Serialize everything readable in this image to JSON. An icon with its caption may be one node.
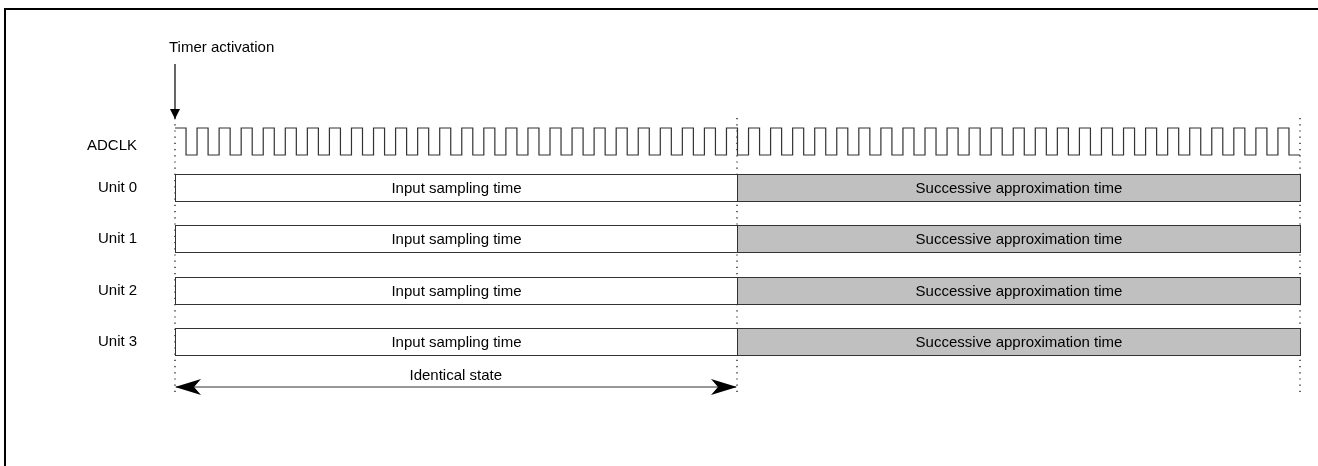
{
  "diagram": {
    "nodes": [
      {
        "text": [
          "Input sampling time"
        ]
      },
      {
        "text": [
          "Successive approximation time"
        ]
      },
      {
        "text": [
          "Input sampling time"
        ]
      },
      {
        "text": [
          "Successive approximation time"
        ]
      },
      {
        "text": [
          "Input sampling time"
        ]
      },
      {
        "text": [
          "Successive approximation time"
        ]
      },
      {
        "text": [
          "Input sampling time"
        ]
      },
      {
        "text": [
          "Successive approximation time"
        ]
      }
    ],
    "labels": [
      "Timer activation",
      "ADCLK",
      "Unit 0",
      "Unit 1",
      "Unit 2",
      "Unit 3",
      "Identical state"
    ]
  }
}
